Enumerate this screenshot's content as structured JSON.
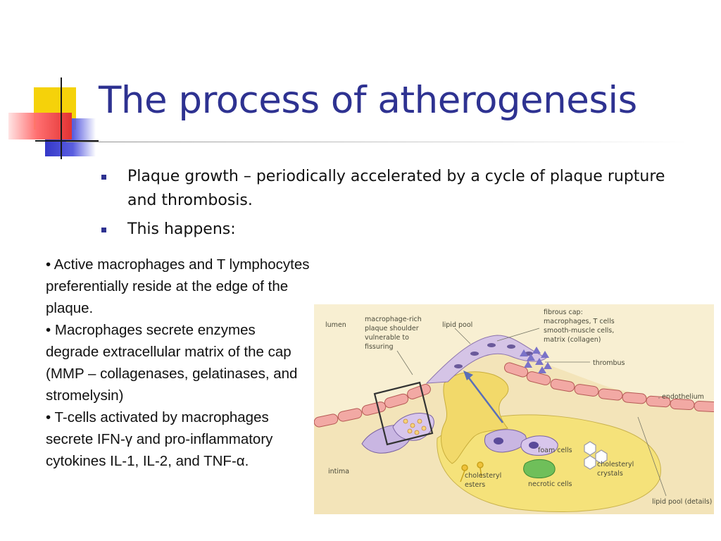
{
  "slide": {
    "title": "The process of atherogenesis",
    "bullets": [
      "Plaque growth – periodically accelerated by a cycle of plaque rupture and thrombosis.",
      "This happens:"
    ],
    "details": [
      "• Active macrophages and T lymphocytes preferentially reside at the edge of the plaque.",
      "• Macrophages secrete enzymes degrade extracellular matrix of the cap (MMP – collagenases, gelatinases, and stromelysin)",
      "• T-cells activated by macrophages secrete IFN-γ and pro-inflammatory cytokines IL-1, IL-2, and TNF-α."
    ]
  },
  "figure": {
    "labels": {
      "lumen": "lumen",
      "shoulder": [
        "macrophage-rich",
        "plaque shoulder",
        "vulnerable to",
        "fissuring"
      ],
      "lipid_pool": "lipid pool",
      "fibrous_cap": [
        "fibrous cap:",
        "macrophages, T cells",
        "smooth-muscle cells,",
        "matrix (collagen)"
      ],
      "thrombus": "thrombus",
      "endothelium": "endothelium",
      "intima": "intima",
      "foam_cells": "foam cells",
      "cholesteryl_esters": [
        "cholesteryl",
        "esters"
      ],
      "necrotic_cells": "necrotic cells",
      "cholesteryl_crystals": [
        "cholesteryl",
        "crystals"
      ],
      "lipid_pool_details": "lipid pool (details)"
    }
  },
  "colors": {
    "title": "#2e3291",
    "bullet_marker": "#2e3291",
    "deco_yellow": "#f5d20a",
    "deco_blue": "#3438c8",
    "deco_red": "#e23232",
    "figure_background": "#f8efd2",
    "endothelium_cells": "#f2a9a4",
    "lipid_pool": "#f5e27a",
    "cap_cells": "#d5c4e6",
    "arrow": "#5a6fb8"
  }
}
